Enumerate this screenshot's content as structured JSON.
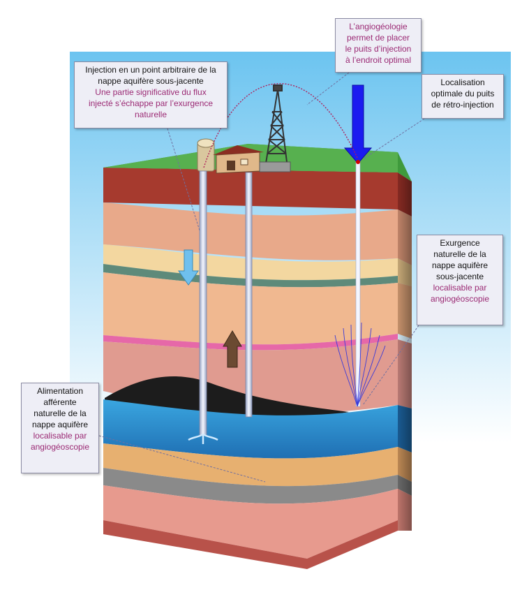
{
  "callouts": {
    "injection": {
      "line1": "Injection en un point arbitraire de la",
      "line2": "nappe aquifère sous-jacente",
      "accent1": "Une partie significative du flux",
      "accent2": "injecté s’échappe par l’exurgence",
      "accent3": "naturelle"
    },
    "angio": {
      "accent1": "L’angiogéologie",
      "accent2": "permet de placer",
      "accent3": "le puits d’injection",
      "accent4": "à l’endroit optimal"
    },
    "relocalisation": {
      "line1": "Localisation",
      "line2": "optimale du puits",
      "line3": "de rétro-injection"
    },
    "exurgence": {
      "line1": "Exurgence",
      "line2": "naturelle de la",
      "line3": "nappe aquifère",
      "line4": "sous-jacente",
      "accent1": "localisable par",
      "accent2": "angiogéoscopie"
    },
    "alimentation": {
      "line1": "Alimentation",
      "line2": "afférente",
      "line3": "naturelle de la",
      "line4": "nappe aquifère",
      "accent1": "localisable par",
      "accent2": "angiogéoscopie"
    }
  },
  "colors": {
    "sky": "#8fd2f4",
    "grass": "#3f9a3c",
    "aquifer": "#2f8fcf",
    "oil": "#1c1c1c",
    "arrow_blue": "#1b1bf0",
    "accent_text": "#9b2a74",
    "flow_curve": "#b0205a"
  }
}
